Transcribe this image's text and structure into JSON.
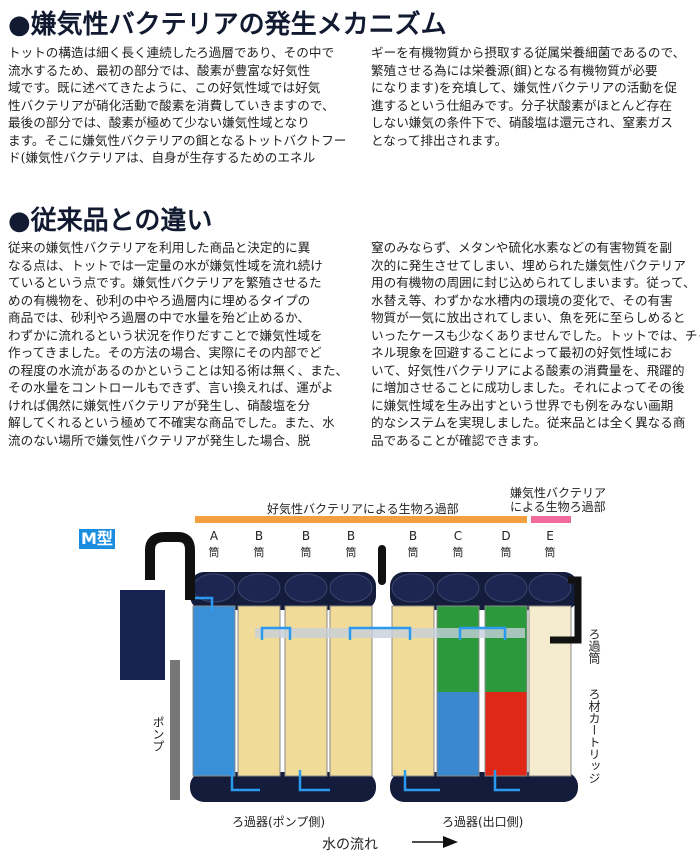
{
  "section1": {
    "heading": "●嫌気性バクテリアの発生メカニズム",
    "left_lines": [
      "トットの構造は細く長く連続したろ過層であり、その中で",
      "流水するため、最初の部分では、酸素が豊富な好気性",
      "域です。既に述べてきたように、この好気性域では好気",
      "性バクテリアが硝化活動で酸素を消費していきますので、",
      "最後の部分では、酸素が極めて少ない嫌気性域となり",
      "ます。そこに嫌気性バクテリアの餌となるトットバクトフー",
      "ド(嫌気性バクテリアは、自身が生存するためのエネル"
    ],
    "right_lines": [
      "ギーを有機物質から摂取する従属栄養細菌であるので、",
      "繁殖させる為には栄養源(餌)となる有機物質が必要",
      "になります)を充填して、嫌気性バクテリアの活動を促",
      "進するという仕組みです。分子状酸素がほとんど存在",
      "しない嫌気の条件下で、硝酸塩は還元され、窒素ガス",
      "となって排出されます。"
    ]
  },
  "section2": {
    "heading": "●従来品との違い",
    "left_lines": [
      "従来の嫌気性バクテリアを利用した商品と決定的に異",
      "なる点は、トットでは一定量の水が嫌気性域を流れ続け",
      "ているという点です。嫌気性バクテリアを繁殖させるた",
      "めの有機物を、砂利の中やろ過層内に埋めるタイプの",
      "商品では、砂利やろ過層の中で水量を殆ど止めるか、",
      "わずかに流れるという状況を作りだすことで嫌気性域を",
      "作ってきました。その方法の場合、実際にその内部でど",
      "の程度の水流があるのかということは知る術は無く、また、",
      "その水量をコントロールもできず、言い換えれば、運がよ",
      "ければ偶然に嫌気性バクテリアが発生し、硝酸塩を分",
      "解してくれるという極めて不確実な商品でした。また、水",
      "流のない場所で嫌気性バクテリアが発生した場合、脱"
    ],
    "right_lines": [
      "窒のみならず、メタンや硫化水素などの有害物質を副",
      "次的に発生させてしまい、埋められた嫌気性バクテリア",
      "用の有機物の周囲に封じ込められてしまいます。従って、",
      "水替え等、わずかな水槽内の環境の変化で、その有害",
      "物質が一気に放出されてしまい、魚を死に至らしめると",
      "いったケースも少なくありませんでした。トットでは、チャ",
      "ネル現象を回避することによって最初の好気性域にお",
      "いて、好気性バクテリアによる酸素の消費量を、飛躍的",
      "に増加させることに成功しました。それによってその後",
      "に嫌気性域を生み出すという世界でも例をみない画期",
      "的なシステムを実現しました。従来品とは全く異なる商",
      "品であることが確認できます。"
    ]
  },
  "diagram": {
    "model": "M型",
    "aerobic_label": "好気性バクテリアによる生物ろ過部",
    "anaerobic_label_1": "嫌気性バクテリア",
    "anaerobic_label_2": "による生物ろ過部",
    "aerobic_color": "#f4a040",
    "anaerobic_color": "#f06a9c",
    "tube_suffix": "筒",
    "columns": [
      {
        "letter": "A",
        "top": "#3a90d8",
        "bottom": "#3a90d8"
      },
      {
        "letter": "B",
        "top": "#f0dc98",
        "bottom": "#f0dc98"
      },
      {
        "letter": "B",
        "top": "#f0dc98",
        "bottom": "#f0dc98"
      },
      {
        "letter": "B",
        "top": "#f0dc98",
        "bottom": "#f0dc98"
      },
      {
        "letter": "B",
        "top": "#f0dc98",
        "bottom": "#f0dc98"
      },
      {
        "letter": "C",
        "top": "#2c9a3c",
        "bottom": "#3a88d0"
      },
      {
        "letter": "D",
        "top": "#2c9a3c",
        "bottom": "#e02818"
      },
      {
        "letter": "E",
        "top": "#f5ecd0",
        "bottom": "#f5ecd0"
      }
    ],
    "pump_label": "ポンプ",
    "filter_tube_label": "ろ過筒",
    "cartridge_label": "ろ材カートリッジ",
    "pump_side_label": "ろ過器(ポンプ側)",
    "outlet_side_label": "ろ過器(出口側)",
    "flow_label": "水の流れ"
  }
}
